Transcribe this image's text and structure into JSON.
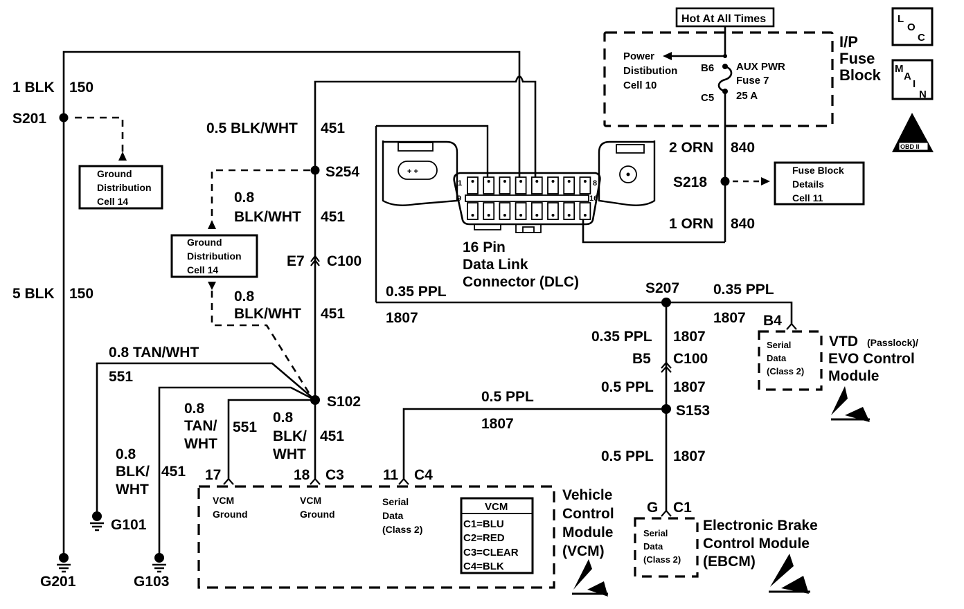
{
  "diagram": {
    "title": "Data Link Connector (DLC) Wiring Schematic",
    "hot_label": "Hot At All Times",
    "icons": {
      "loc": [
        "L",
        "O",
        "C"
      ],
      "main": [
        "M",
        "A",
        "I",
        "N"
      ],
      "obd": "OBD II"
    },
    "fuse_block": {
      "name": [
        "I/P",
        "Fuse",
        "Block"
      ],
      "power_dist": [
        "Power",
        "Distibution",
        "Cell 10"
      ],
      "fuse": [
        "AUX PWR",
        "Fuse 7",
        "25 A"
      ],
      "pin_in": "B6",
      "pin_out": "C5"
    },
    "wires": {
      "w1_blk": {
        "gauge": "1 BLK",
        "circuit": "150"
      },
      "w5_blk": {
        "gauge": "5 BLK",
        "circuit": "150"
      },
      "w05_blkwht": {
        "gauge": "0.5 BLK/WHT",
        "circuit": "451"
      },
      "w08_blkwht_a": {
        "gauge1": "0.8",
        "gauge2": "BLK/WHT",
        "circuit": "451"
      },
      "w08_blkwht_b": {
        "gauge1": "0.8",
        "gauge2": "BLK/WHT",
        "circuit": "451"
      },
      "w08_tanwht": {
        "gauge": "0.8 TAN/WHT",
        "circuit": "551"
      },
      "w08_tanwht_v": {
        "l1": "0.8",
        "l2": "TAN/",
        "l3": "WHT",
        "circuit": "551"
      },
      "w08_blkwht_v": {
        "l1": "0.8",
        "l2": "BLK/",
        "l3": "WHT",
        "circuit": "451"
      },
      "w08_blkwht_g101": {
        "l1": "0.8",
        "l2": "BLK/",
        "l3": "WHT",
        "circuit": "451"
      },
      "w2_orn": {
        "gauge": "2 ORN",
        "circuit": "840"
      },
      "w1_orn": {
        "gauge": "1 ORN",
        "circuit": "840"
      },
      "w035_ppl_dlc": {
        "gauge": "0.35 PPL",
        "circuit": "1807"
      },
      "w035_ppl_vtd": {
        "gauge": "0.35 PPL",
        "circuit": "1807"
      },
      "w035_ppl_v": {
        "gauge": "0.35 PPL",
        "circuit": "1807"
      },
      "w05_ppl_v": {
        "gauge": "0.5 PPL",
        "circuit": "1807"
      },
      "w05_ppl_vcm": {
        "gauge": "0.5 PPL",
        "circuit": "1807"
      },
      "w05_ppl_ebcm": {
        "gauge": "0.5 PPL",
        "circuit": "1807"
      }
    },
    "splices": {
      "s201": "S201",
      "s254": "S254",
      "s102": "S102",
      "s218": "S218",
      "s207": "S207",
      "s153": "S153"
    },
    "connectors": {
      "c100_e7": {
        "pin": "E7",
        "name": "C100"
      },
      "c100_b5": {
        "pin": "B5",
        "name": "C100"
      },
      "vcm_17": "17",
      "vcm_18": "18",
      "vcm_c3": "C3",
      "vcm_11": "11",
      "vcm_c4": "C4",
      "vtd_b4": "B4",
      "ebcm_g": "G",
      "ebcm_c1": "C1"
    },
    "grounds": {
      "g201": "G201",
      "g101": "G101",
      "g103": "G103"
    },
    "refs": {
      "gnd_dist_1": [
        "Ground",
        "Distribution",
        "Cell 14"
      ],
      "gnd_dist_2": [
        "Ground",
        "Distribution",
        "Cell 14"
      ],
      "fuse_details": [
        "Fuse Block",
        "Details",
        "Cell 11"
      ]
    },
    "dlc": {
      "label": [
        "16 Pin",
        "Data Link",
        "Connector (DLC)"
      ],
      "pin_1": "1",
      "pin_8": "8",
      "pin_9": "9",
      "pin_16": "16"
    },
    "vcm": {
      "name": [
        "Vehicle",
        "Control",
        "Module",
        "(VCM)"
      ],
      "gnd1": [
        "VCM",
        "Ground"
      ],
      "gnd2": [
        "VCM",
        "Ground"
      ],
      "serial": [
        "Serial",
        "Data",
        "(Class 2)"
      ],
      "legend_title": "VCM",
      "legend": [
        "C1=BLU",
        "C2=RED",
        "C3=CLEAR",
        "C4=BLK"
      ]
    },
    "vtd": {
      "name_1a": "VTD",
      "name_1b": "(Passlock)/",
      "name_2": "EVO Control",
      "name_3": "Module",
      "serial": [
        "Serial",
        "Data",
        "(Class 2)"
      ]
    },
    "ebcm": {
      "name": [
        "Electronic Brake",
        "Control Module",
        "(EBCM)"
      ],
      "serial": [
        "Serial",
        "Data",
        "(Class 2)"
      ]
    }
  }
}
